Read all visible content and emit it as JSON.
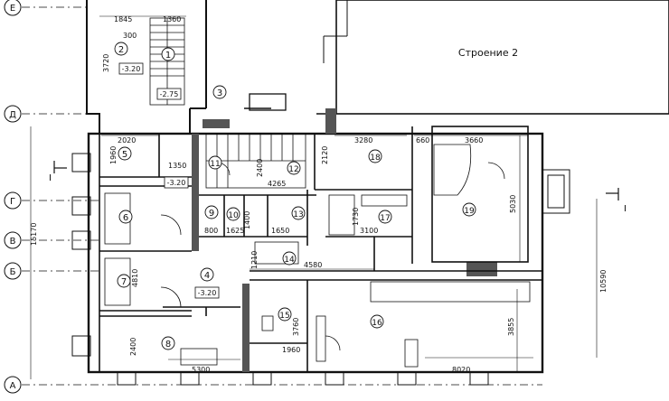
{
  "grid_axes": {
    "left": [
      {
        "id": "axis-e",
        "label": "Е"
      },
      {
        "id": "axis-d",
        "label": "Д"
      },
      {
        "id": "axis-g",
        "label": "Г"
      },
      {
        "id": "axis-v",
        "label": "В"
      },
      {
        "id": "axis-b",
        "label": "Б"
      },
      {
        "id": "axis-a",
        "label": "А"
      }
    ]
  },
  "annex_label": "Строение 2",
  "section_marker": "I",
  "rooms": [
    {
      "num": "1"
    },
    {
      "num": "2"
    },
    {
      "num": "3"
    },
    {
      "num": "4"
    },
    {
      "num": "5"
    },
    {
      "num": "6"
    },
    {
      "num": "7"
    },
    {
      "num": "8"
    },
    {
      "num": "9"
    },
    {
      "num": "10"
    },
    {
      "num": "11"
    },
    {
      "num": "12"
    },
    {
      "num": "13"
    },
    {
      "num": "14"
    },
    {
      "num": "15"
    },
    {
      "num": "16"
    },
    {
      "num": "17"
    },
    {
      "num": "18"
    },
    {
      "num": "19"
    }
  ],
  "levels": [
    "-3.20",
    "-2.75",
    "-3.20",
    "-3.20"
  ],
  "dimensions": [
    "1845",
    "1360",
    "300",
    "3720",
    "2020",
    "1960",
    "1350",
    "2400",
    "4265",
    "3280",
    "660",
    "3660",
    "2120",
    "5030",
    "1730",
    "3100",
    "800",
    "1625",
    "1400",
    "1650",
    "1210",
    "4580",
    "4810",
    "3760",
    "1960",
    "3855",
    "2400",
    "5300",
    "8020",
    "15170",
    "10590"
  ]
}
